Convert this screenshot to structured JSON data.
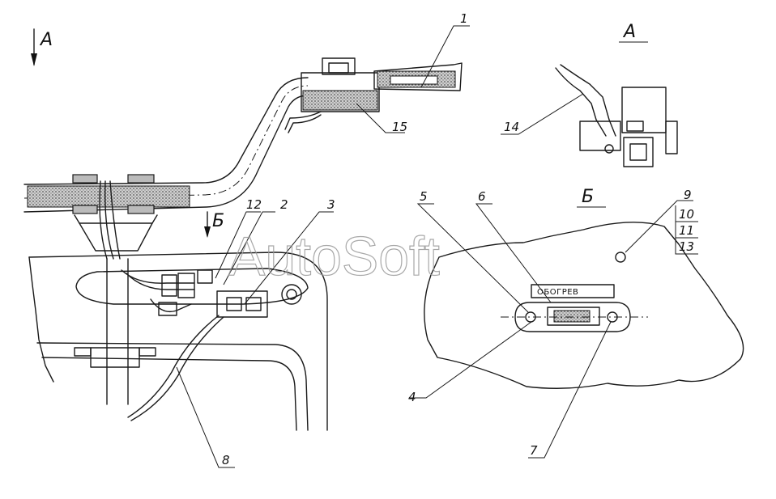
{
  "view_labels": {
    "arrow_a": "А",
    "arrow_b": "Б",
    "view_a_title": "А",
    "view_b_title": "Б"
  },
  "callouts": [
    "1",
    "2",
    "3",
    "4",
    "5",
    "6",
    "7",
    "8",
    "9",
    "10",
    "11",
    "12",
    "13",
    "14",
    "15"
  ],
  "plate_text": "ОБОГРЕВ",
  "watermark": "AutoSoft"
}
